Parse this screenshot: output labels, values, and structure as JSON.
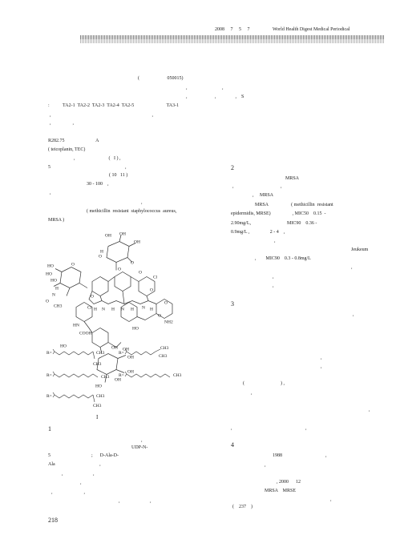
{
  "header": {
    "date": "2008  7   5   7",
    "journal": "World Health Digest Medical Periodical"
  },
  "abstract": {
    "line1": "(                       050015)",
    "line2": ",                             ,",
    "line3": ",                       ,                ,    S",
    "line4": ":           TA2-1  TA2-2  TA2-3  TA2-4  TA2-5                           TA3-1",
    "line5": ",                                                                                    ,",
    "line6": ",                  ,"
  },
  "col_left": {
    "class_no": "R282.75                          A",
    "teicoplanin": "( teicoplanin, TEC)",
    "l3": ",                            (   I ) ,",
    "l4": "5                                                              ,",
    "l5": "( 10   11 )",
    "l6": "30 - 100    ,",
    "l7": ",",
    "l8": ",",
    "mrsa_full": "( methicillin  resistant  staphylococcus  aureus,",
    "mrsa_abbr": "MRSA )",
    "figure_caption": "I",
    "sec1_num": "1",
    "b1": ",",
    "b2": "UDP-N-",
    "b3": "5                                  ;      D-Ala-D-",
    "b4": "Ala                                     ,",
    "b5": "      ,                         ,",
    "b6": ",",
    "b7": ",                          ,",
    "b8": ",                         ,",
    "page_number": "218"
  },
  "col_right": {
    "sec2_num": "2",
    "r1": "MRSA",
    "r2": ",                                       ,",
    "r3": ",     MRSA",
    "r4": "MRSA                   ( methicillin  resistant",
    "r5": "epidermidis, MRSE)                  , MIC50    0.15  -",
    "r6": "2.90mg/L,                              MIC90    0.36 -",
    "r7": "0.9mg/L ,                 2 - 4    ,",
    "r8": ",",
    "r9": "Jeukeum",
    "r10": ",        MIC90    0.3 - 0.8mg/L",
    "r11": ",",
    "r12": ",",
    "r13": ",",
    "sec3_num": "3",
    "s3a": ",",
    "s3b": ",",
    "s3c": ",",
    "s3d": "(                              ) ,",
    "s3e": ",",
    "s3f": ",",
    "s3g": ",                                                             ,",
    "sec4_num": "4",
    "s4a": "1988                                    ,",
    "s4b": ",",
    "s4c": ", 2000      12",
    "s4d": "MRSA    MRSE",
    "s4e": ",",
    "s4f": "(    237    )"
  },
  "structure": {
    "labels": [
      "OH",
      "OH",
      "HO",
      "OH",
      "O",
      "HO",
      "HO",
      "O",
      "HN",
      "O",
      "CH3",
      "O",
      "H",
      "O",
      "N",
      "O",
      "Cl",
      "H",
      "H",
      "N",
      "H",
      "N",
      "H",
      "O",
      "N",
      "NH2",
      "HN",
      "COOH",
      "HO",
      "O",
      "O",
      "HO",
      "OH",
      "OH",
      "OH",
      "HO",
      "R=",
      "CH3",
      "CH3",
      "R=",
      "CH3",
      "R=",
      "CH3",
      "R=",
      "CH3",
      "CH3",
      "CH3",
      "Cl"
    ],
    "r_groups": [
      {
        "left": "R=",
        "right": "CH3"
      },
      {
        "left": "R=",
        "right": "CH3"
      },
      {
        "left": "R=",
        "right": "CH3"
      }
    ]
  }
}
